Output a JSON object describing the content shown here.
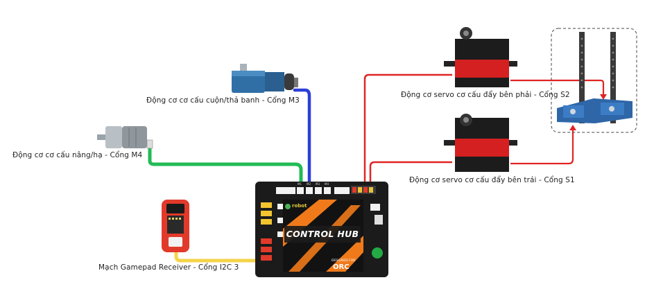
{
  "labels": {
    "motor_m3": "Động cơ cơ cấu cuộn/thả banh - Cổng M3",
    "motor_m4": "Động cơ cơ cấu nâng/hạ - Cổng M4",
    "servo_s2": "Động cơ servo cơ cấu đẩy bên phải - Cổng S2",
    "servo_s1": "Động cơ servo cơ cấu đẩy bên trái - Cổng S1",
    "gamepad": "Mạch Gamepad Receiver - Cổng I2C 3"
  },
  "hub": {
    "title": "CONTROL HUB",
    "brand": "ORC",
    "designed_for": "DESIGNED FOR",
    "logo_text": "robot",
    "port_labels": [
      "M1",
      "M2",
      "M3",
      "M4"
    ]
  },
  "colors": {
    "wire_m3": "#2b3fd6",
    "wire_m4": "#22bb55",
    "wire_servo": "#e02424",
    "wire_i2c": "#f5d44a",
    "hub_body": "#1b1b1b",
    "hub_accent": "#f07a1a",
    "motor_blue": "#2f6fa6",
    "servo_red": "#d42020"
  }
}
